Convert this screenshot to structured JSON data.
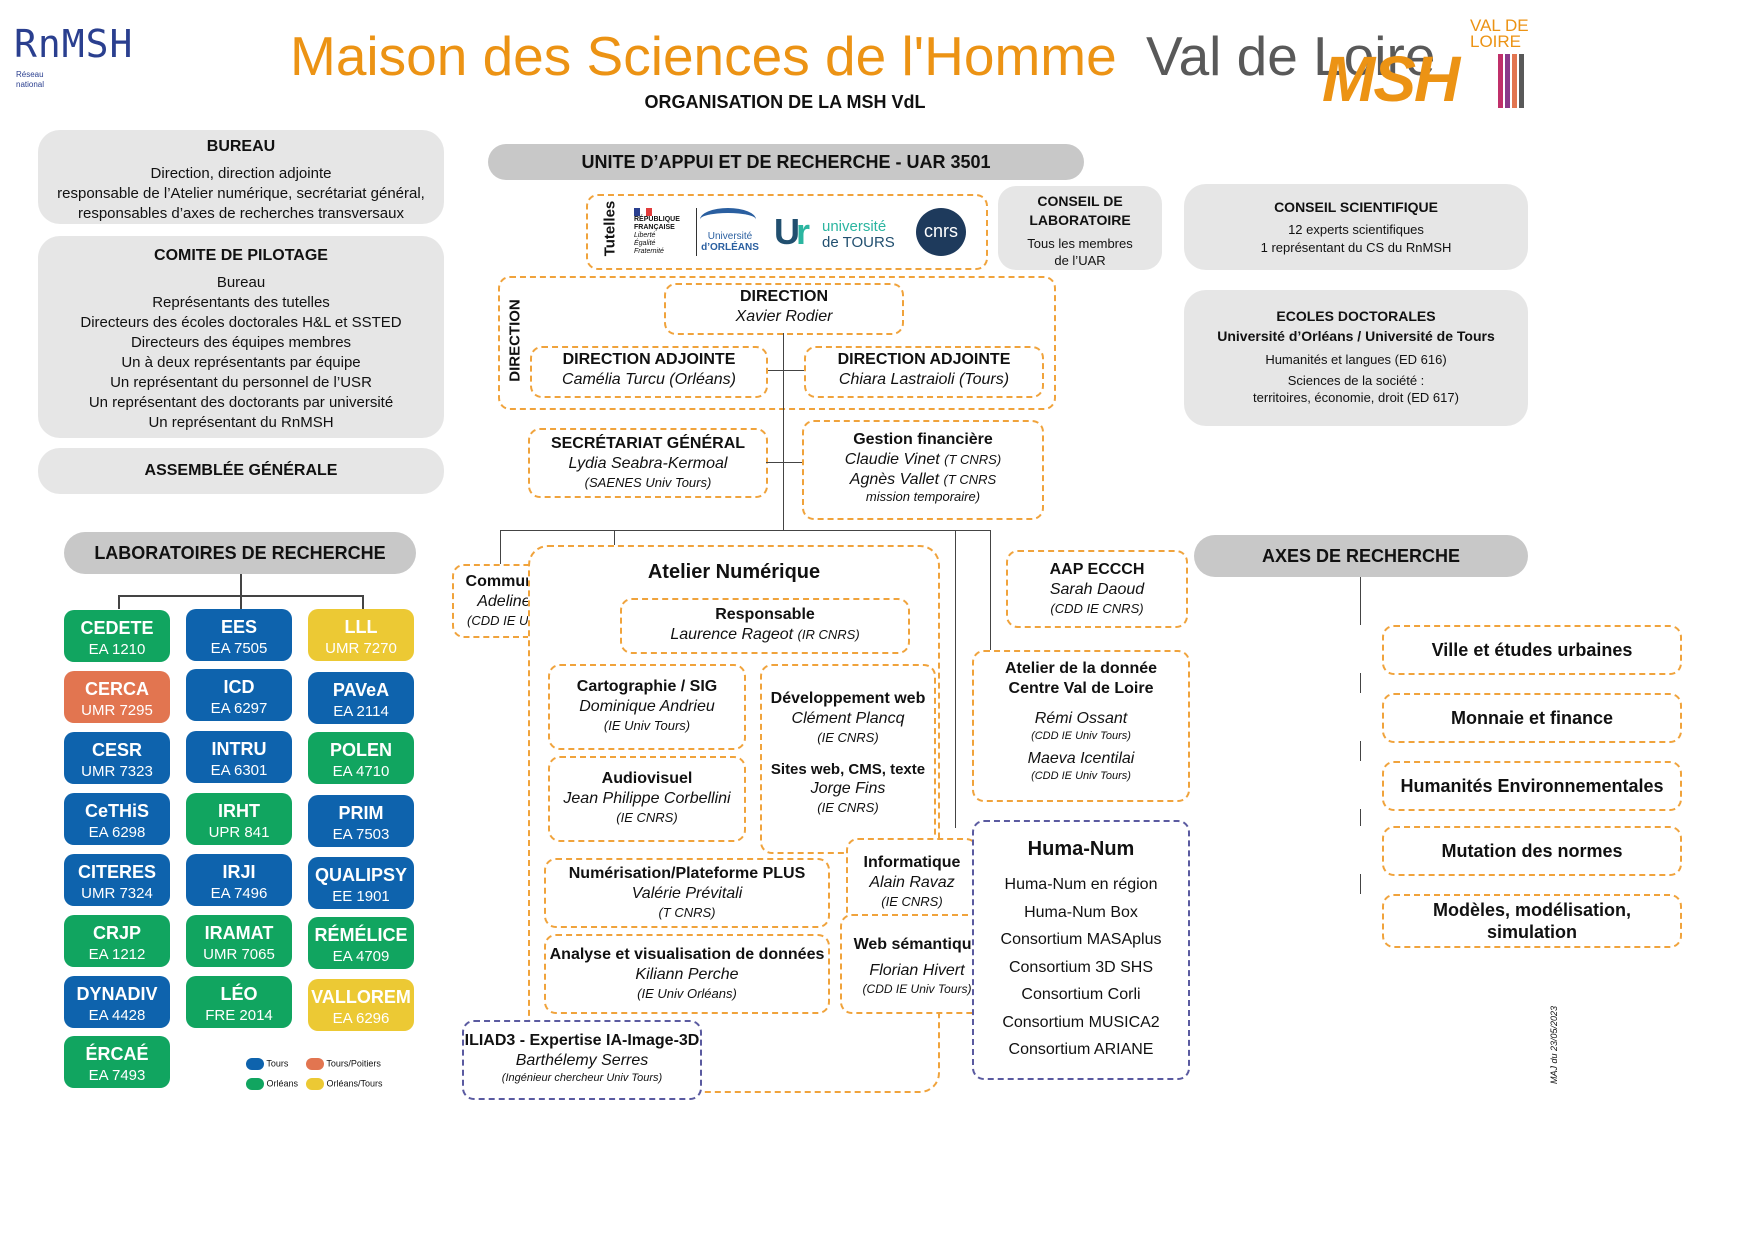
{
  "header": {
    "rnmsh_logo": {
      "main": "RnMSH",
      "sub_line1": "Réseau",
      "sub_line2": "national"
    },
    "title_orange": "Maison des Sciences de l'Homme",
    "title_grey": "Val de Loire",
    "subtitle": "ORGANISATION DE LA MSH VdL",
    "msh_logo": {
      "top1": "VAL DE",
      "top2": "LOIRE",
      "main": "MSH"
    }
  },
  "bureau": {
    "title": "BUREAU",
    "lines": [
      "Direction, direction adjointe",
      "responsable de l’Atelier numérique, secrétariat général,",
      "responsables d’axes de recherches transversaux"
    ]
  },
  "comite": {
    "title": "COMITE DE PILOTAGE",
    "lines": [
      "Bureau",
      "Représentants des tutelles",
      "Directeurs des écoles doctorales H&L et SSTED",
      "Directeurs des équipes membres",
      "Un à deux représentants par équipe",
      "Un représentant du personnel de l’USR",
      "Un représentant des doctorants par université",
      "Un représentant du RnMSH"
    ]
  },
  "assemblee": "ASSEMBLÉE GÉNÉRALE",
  "unite": "UNITE D’APPUI ET DE RECHERCHE - UAR 3501",
  "tutelles": {
    "label": "Tutelles",
    "rf": [
      "RÉPUBLIQUE",
      "FRANÇAISE",
      "Liberté",
      "Égalité",
      "Fraternité"
    ],
    "orleans": [
      "Université",
      "d’ORLÉANS"
    ],
    "tours": [
      "université",
      "de TOURS"
    ],
    "cnrs": "cnrs"
  },
  "conseil_labo": {
    "title": [
      "CONSEIL DE",
      "LABORATOIRE"
    ],
    "lines": [
      "Tous les membres",
      "de l’UAR"
    ]
  },
  "conseil_sci": {
    "title": "CONSEIL SCIENTIFIQUE",
    "lines": [
      "12 experts scientifiques",
      "1 représentant du CS du RnMSH"
    ]
  },
  "ecoles": {
    "title": "ECOLES DOCTORALES",
    "subtitle": "Université d’Orléans / Université de Tours",
    "line1": "Humanités et langues (ED 616)",
    "line2": "Sciences de la société :",
    "line3": "territoires, économie, droit (ED 617)"
  },
  "direction_group_label": "DIRECTION",
  "direction": {
    "title": "DIRECTION",
    "name": "Xavier Rodier"
  },
  "adj1": {
    "title": "DIRECTION ADJOINTE",
    "name": "Camélia Turcu (Orléans)"
  },
  "adj2": {
    "title": "DIRECTION ADJOINTE",
    "name": "Chiara Lastraioli (Tours)"
  },
  "secretariat": {
    "title": "SECRÉTARIAT GÉNÉRAL",
    "name": "Lydia Seabra-Kermoal",
    "status": "(SAENES Univ Tours)"
  },
  "gestion": {
    "title": "Gestion financière",
    "name1": "Claudie Vinet",
    "status1": "(T CNRS)",
    "name2": "Agnès Vallet",
    "status2": "(T CNRS",
    "status3": "mission temporaire)"
  },
  "communication": {
    "title": "Communication",
    "name": "Adeline Vioux",
    "status": "(CDD IE Univ Tours)"
  },
  "atelier": {
    "title": "Atelier Numérique"
  },
  "responsable": {
    "title": "Responsable",
    "name": "Laurence Rageot",
    "status": "(IR CNRS)"
  },
  "carto": {
    "title": "Cartographie / SIG",
    "name": "Dominique Andrieu",
    "status": "(IE Univ Tours)"
  },
  "devweb": {
    "title": "Développement web",
    "name": "Clément Plancq",
    "status": "(IE CNRS)",
    "title2": "Sites web, CMS, texte",
    "name2": "Jorge Fins",
    "status2": "(IE CNRS)"
  },
  "audiovisuel": {
    "title": "Audiovisuel",
    "name": "Jean Philippe Corbellini",
    "status": "(IE CNRS)"
  },
  "numerisation": {
    "title": "Numérisation/Plateforme PLUS",
    "name": "Valérie Prévitali",
    "status": "(T CNRS)"
  },
  "analyse": {
    "title": "Analyse et visualisation de données",
    "name": "Kiliann Perche",
    "status": "(IE Univ Orléans)"
  },
  "informatique": {
    "title": "Informatique",
    "name": "Alain Ravaz",
    "status": "(IE CNRS)"
  },
  "websem": {
    "title": "Web sémantique",
    "name": "Florian Hivert",
    "status": "(CDD IE Univ Tours)"
  },
  "iliad": {
    "title": "ILIAD3 - Expertise IA-Image-3D",
    "name": "Barthélemy Serres",
    "status": "(Ingénieur chercheur Univ Tours)"
  },
  "aap": {
    "title": "AAP ECCCH",
    "name": "Sarah Daoud",
    "status": "(CDD IE CNRS)"
  },
  "atelier_donnee": {
    "title1": "Atelier de la donnée",
    "title2": "Centre Val de Loire",
    "name1": "Rémi Ossant",
    "status1": "(CDD IE Univ Tours)",
    "name2": "Maeva Icentilai",
    "status2": "(CDD IE Univ Tours)"
  },
  "humanum": {
    "title": "Huma-Num",
    "items": [
      "Huma-Num en région",
      "Huma-Num Box",
      "Consortium MASAplus",
      "Consortium 3D SHS",
      "Consortium Corli",
      "Consortium MUSICA2",
      "Consortium ARIANE"
    ]
  },
  "labs_title": "LABORATOIRES DE RECHERCHE",
  "labs": [
    {
      "name": "CEDETE",
      "code": "EA 1210",
      "color": "#11a560"
    },
    {
      "name": "CERCA",
      "code": "UMR 7295",
      "color": "#e27550"
    },
    {
      "name": "CESR",
      "code": "UMR 7323",
      "color": "#0e63ad"
    },
    {
      "name": "CeTHiS",
      "code": "EA 6298",
      "color": "#0e63ad"
    },
    {
      "name": "CITERES",
      "code": "UMR 7324",
      "color": "#0e63ad"
    },
    {
      "name": "CRJP",
      "code": "EA 1212",
      "color": "#11a560"
    },
    {
      "name": "DYNADIV",
      "code": "EA 4428",
      "color": "#0e63ad"
    },
    {
      "name": "ÉRCAÉ",
      "code": "EA 7493",
      "color": "#11a560"
    },
    {
      "name": "EES",
      "code": "EA 7505",
      "color": "#0e63ad"
    },
    {
      "name": "ICD",
      "code": "EA 6297",
      "color": "#0e63ad"
    },
    {
      "name": "INTRU",
      "code": "EA 6301",
      "color": "#0e63ad"
    },
    {
      "name": "IRHT",
      "code": "UPR 841",
      "color": "#11a560"
    },
    {
      "name": "IRJI",
      "code": "EA 7496",
      "color": "#0e63ad"
    },
    {
      "name": "IRAMAT",
      "code": "UMR 7065",
      "color": "#11a560"
    },
    {
      "name": "LÉO",
      "code": "FRE 2014",
      "color": "#11a560"
    },
    {
      "name": "LLL",
      "code": "UMR 7270",
      "color": "#ecc934"
    },
    {
      "name": "PAVeA",
      "code": "EA 2114",
      "color": "#0e63ad"
    },
    {
      "name": "POLEN",
      "code": "EA 4710",
      "color": "#11a560"
    },
    {
      "name": "PRIM",
      "code": "EA 7503",
      "color": "#0e63ad"
    },
    {
      "name": "QUALIPSY",
      "code": "EE 1901",
      "color": "#0e63ad"
    },
    {
      "name": "RÉMÉLICE",
      "code": "EA 4709",
      "color": "#11a560"
    },
    {
      "name": "VALLOREM",
      "code": "EA 6296",
      "color": "#ecc934"
    }
  ],
  "legend": [
    {
      "label": "Tours",
      "color": "#0e63ad"
    },
    {
      "label": "Tours/Poitiers",
      "color": "#e27550"
    },
    {
      "label": "Orléans",
      "color": "#11a560"
    },
    {
      "label": "Orléans/Tours",
      "color": "#ecc934"
    }
  ],
  "axes_title": "AXES DE RECHERCHE",
  "axes": [
    "Ville et études urbaines",
    "Monnaie et finance",
    "Humanités Environnementales",
    "Mutation des normes",
    "Modèles, modélisation,",
    "simulation"
  ],
  "maj": "MAJ du 23/05/2023",
  "colors": {
    "orange": "#f0a33c",
    "title_orange": "#ec9314",
    "title_grey": "#595959",
    "tours": "#0e63ad",
    "orleans": "#11a560",
    "tours_poitiers": "#e27550",
    "orleans_tours": "#ecc934"
  }
}
